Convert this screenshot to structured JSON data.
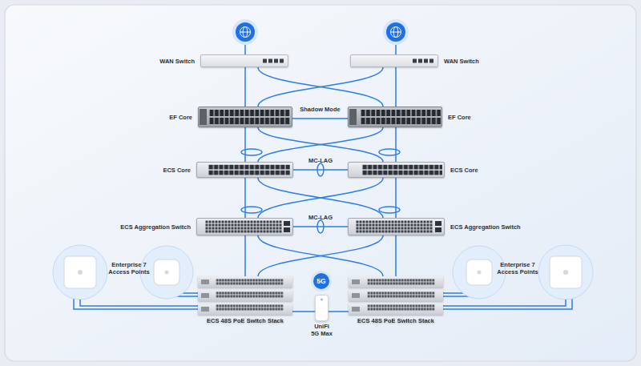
{
  "diagram": {
    "nodes": [
      {
        "text": [
          "WAN Switch"
        ]
      },
      {
        "text": [
          "WAN Switch"
        ]
      },
      {
        "text": [
          "EF Core"
        ]
      },
      {
        "text": [
          "EF Core"
        ]
      },
      {
        "text": [
          "ECS Core"
        ]
      },
      {
        "text": [
          "ECS Core"
        ]
      },
      {
        "text": [
          "ECS Aggregation Switch"
        ]
      },
      {
        "text": [
          "ECS Aggregation Switch"
        ]
      },
      {
        "text": [
          "Enterprise 7 Access Points"
        ]
      },
      {
        "text": [
          "Enterprise 7 Access Points"
        ]
      },
      {
        "text": [
          "5G"
        ]
      },
      {
        "text": [
          "ECS 48S PoE Switch Stack"
        ]
      },
      {
        "text": [
          "UniFi 5G Max"
        ]
      },
      {
        "text": [
          "ECS 48S PoE Switch Stack"
        ]
      }
    ],
    "edges": [
      {
        "from": 0,
        "to": 2,
        "arrow": "none"
      },
      {
        "from": 0,
        "to": 3,
        "arrow": "none"
      },
      {
        "from": 1,
        "to": 3,
        "arrow": "none"
      },
      {
        "from": 1,
        "to": 2,
        "arrow": "none"
      },
      {
        "from": 2,
        "to": 3,
        "label": "Shadow Mode",
        "arrow": "none"
      },
      {
        "from": 2,
        "to": 4,
        "arrow": "none"
      },
      {
        "from": 2,
        "to": 5,
        "arrow": "none"
      },
      {
        "from": 3,
        "to": 5,
        "arrow": "none"
      },
      {
        "from": 3,
        "to": 4,
        "arrow": "none"
      },
      {
        "from": 4,
        "to": 5,
        "label": "MC-LAG",
        "arrow": "none"
      },
      {
        "from": 4,
        "to": 6,
        "arrow": "none"
      },
      {
        "from": 4,
        "to": 7,
        "arrow": "none"
      },
      {
        "from": 5,
        "to": 7,
        "arrow": "none"
      },
      {
        "from": 5,
        "to": 6,
        "arrow": "none"
      },
      {
        "from": 6,
        "to": 7,
        "label": "MC-LAG",
        "arrow": "none"
      },
      {
        "from": 6,
        "to": 11,
        "arrow": "none"
      },
      {
        "from": 6,
        "to": 13,
        "arrow": "none"
      },
      {
        "from": 7,
        "to": 13,
        "arrow": "none"
      },
      {
        "from": 7,
        "to": 11,
        "arrow": "none"
      },
      {
        "from": 8,
        "to": 11,
        "arrow": "none"
      },
      {
        "from": 9,
        "to": 13,
        "arrow": "none"
      },
      {
        "from": 11,
        "to": 12,
        "arrow": "none"
      },
      {
        "from": 13,
        "to": 12,
        "arrow": "none"
      }
    ]
  }
}
